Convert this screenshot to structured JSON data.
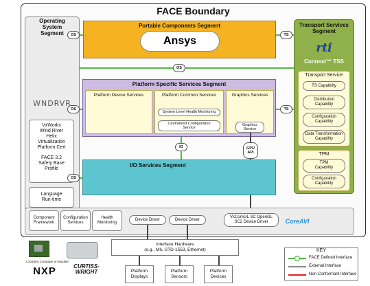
{
  "boundary_title": "FACE Boundary",
  "os_segment": {
    "title_lines": [
      "Operating",
      "System",
      "Segment"
    ],
    "vendor_logo": "WNDRVR",
    "vx_lines": [
      "VxWorks",
      "Wind River",
      "Helix",
      "Virtualization",
      "Platform Cert",
      "",
      "FACE 3.2",
      "Safety Base",
      "Profile"
    ],
    "language_runtime": [
      "Language",
      "Run-time"
    ]
  },
  "portable_components": {
    "title": "Portable Components Segment",
    "vendor_logo": "Ansys"
  },
  "transport_services": {
    "title_lines": [
      "Transport Services",
      "Segment"
    ],
    "vendor_logo": "rti",
    "product": "Connext™ TSS",
    "transport_service": {
      "title": "Transport Service",
      "capabilities": [
        [
          "TS Capability"
        ],
        [
          "Distribution",
          "Capability"
        ],
        [
          "Configuration",
          "Capability"
        ],
        [
          "Data Transformation",
          "Capability"
        ]
      ]
    },
    "tpm": {
      "title": "TPM",
      "capabilities": [
        [
          "TPM",
          "Capability"
        ],
        [
          "Configuration",
          "Capability"
        ]
      ]
    }
  },
  "platform_specific": {
    "title": "Platform Specific Services Segment",
    "device_services": "Platform Device Services",
    "common_services": "Platform Common Services",
    "health_monitoring": "System Level Health Monitoring",
    "centralized_config": [
      "Centralized Configuration",
      "Service"
    ],
    "graphics_services": "Graphics Services",
    "graphics_service": [
      "Graphics",
      "Service"
    ]
  },
  "io_services": {
    "title": "I/O Services Segment"
  },
  "interfaces": {
    "os": "OS",
    "ts": "TS",
    "io": "IO",
    "gpu_api": [
      "GPU",
      "API"
    ]
  },
  "bottom_row": {
    "component_framework": [
      "Component",
      "Framework"
    ],
    "configuration_services": [
      "Configuration",
      "Services"
    ],
    "health_monitoring": [
      "Health",
      "Monitoring"
    ],
    "device_driver_1": "Device Driver",
    "device_driver_2": "Device Driver",
    "vkcore": [
      "VkCoreGL SC OpenGL",
      "SC2 Device Driver"
    ],
    "coreavi_logo": "CoreAVI"
  },
  "hardware": {
    "title": "Interface Hardware",
    "subtitle": "(e.g., MIL-STD-1553, Ethernet)",
    "platforms": [
      [
        "Platform",
        "Displays"
      ],
      [
        "Platform",
        "Sensors"
      ],
      [
        "Platform",
        "Devices"
      ]
    ]
  },
  "key": {
    "title": "KEY",
    "items": [
      "FACE Defined Interface",
      "External Interface",
      "Non-Conformant Interface"
    ],
    "colors": {
      "face": "#55b847",
      "external": "#444444",
      "nonconformant": "#e02020"
    }
  },
  "vendors": {
    "nxp_caption": "LX2160A Computer on Module",
    "nxp_logo": "NXP",
    "cw_logo": [
      "CURTISS-",
      "WRIGHT"
    ]
  },
  "colors": {
    "portable": "#f5b321",
    "transport": "#8fb04a",
    "platform_specific": "#cdbbe2",
    "io": "#5cc5cf",
    "face_interface": "#55b847"
  }
}
